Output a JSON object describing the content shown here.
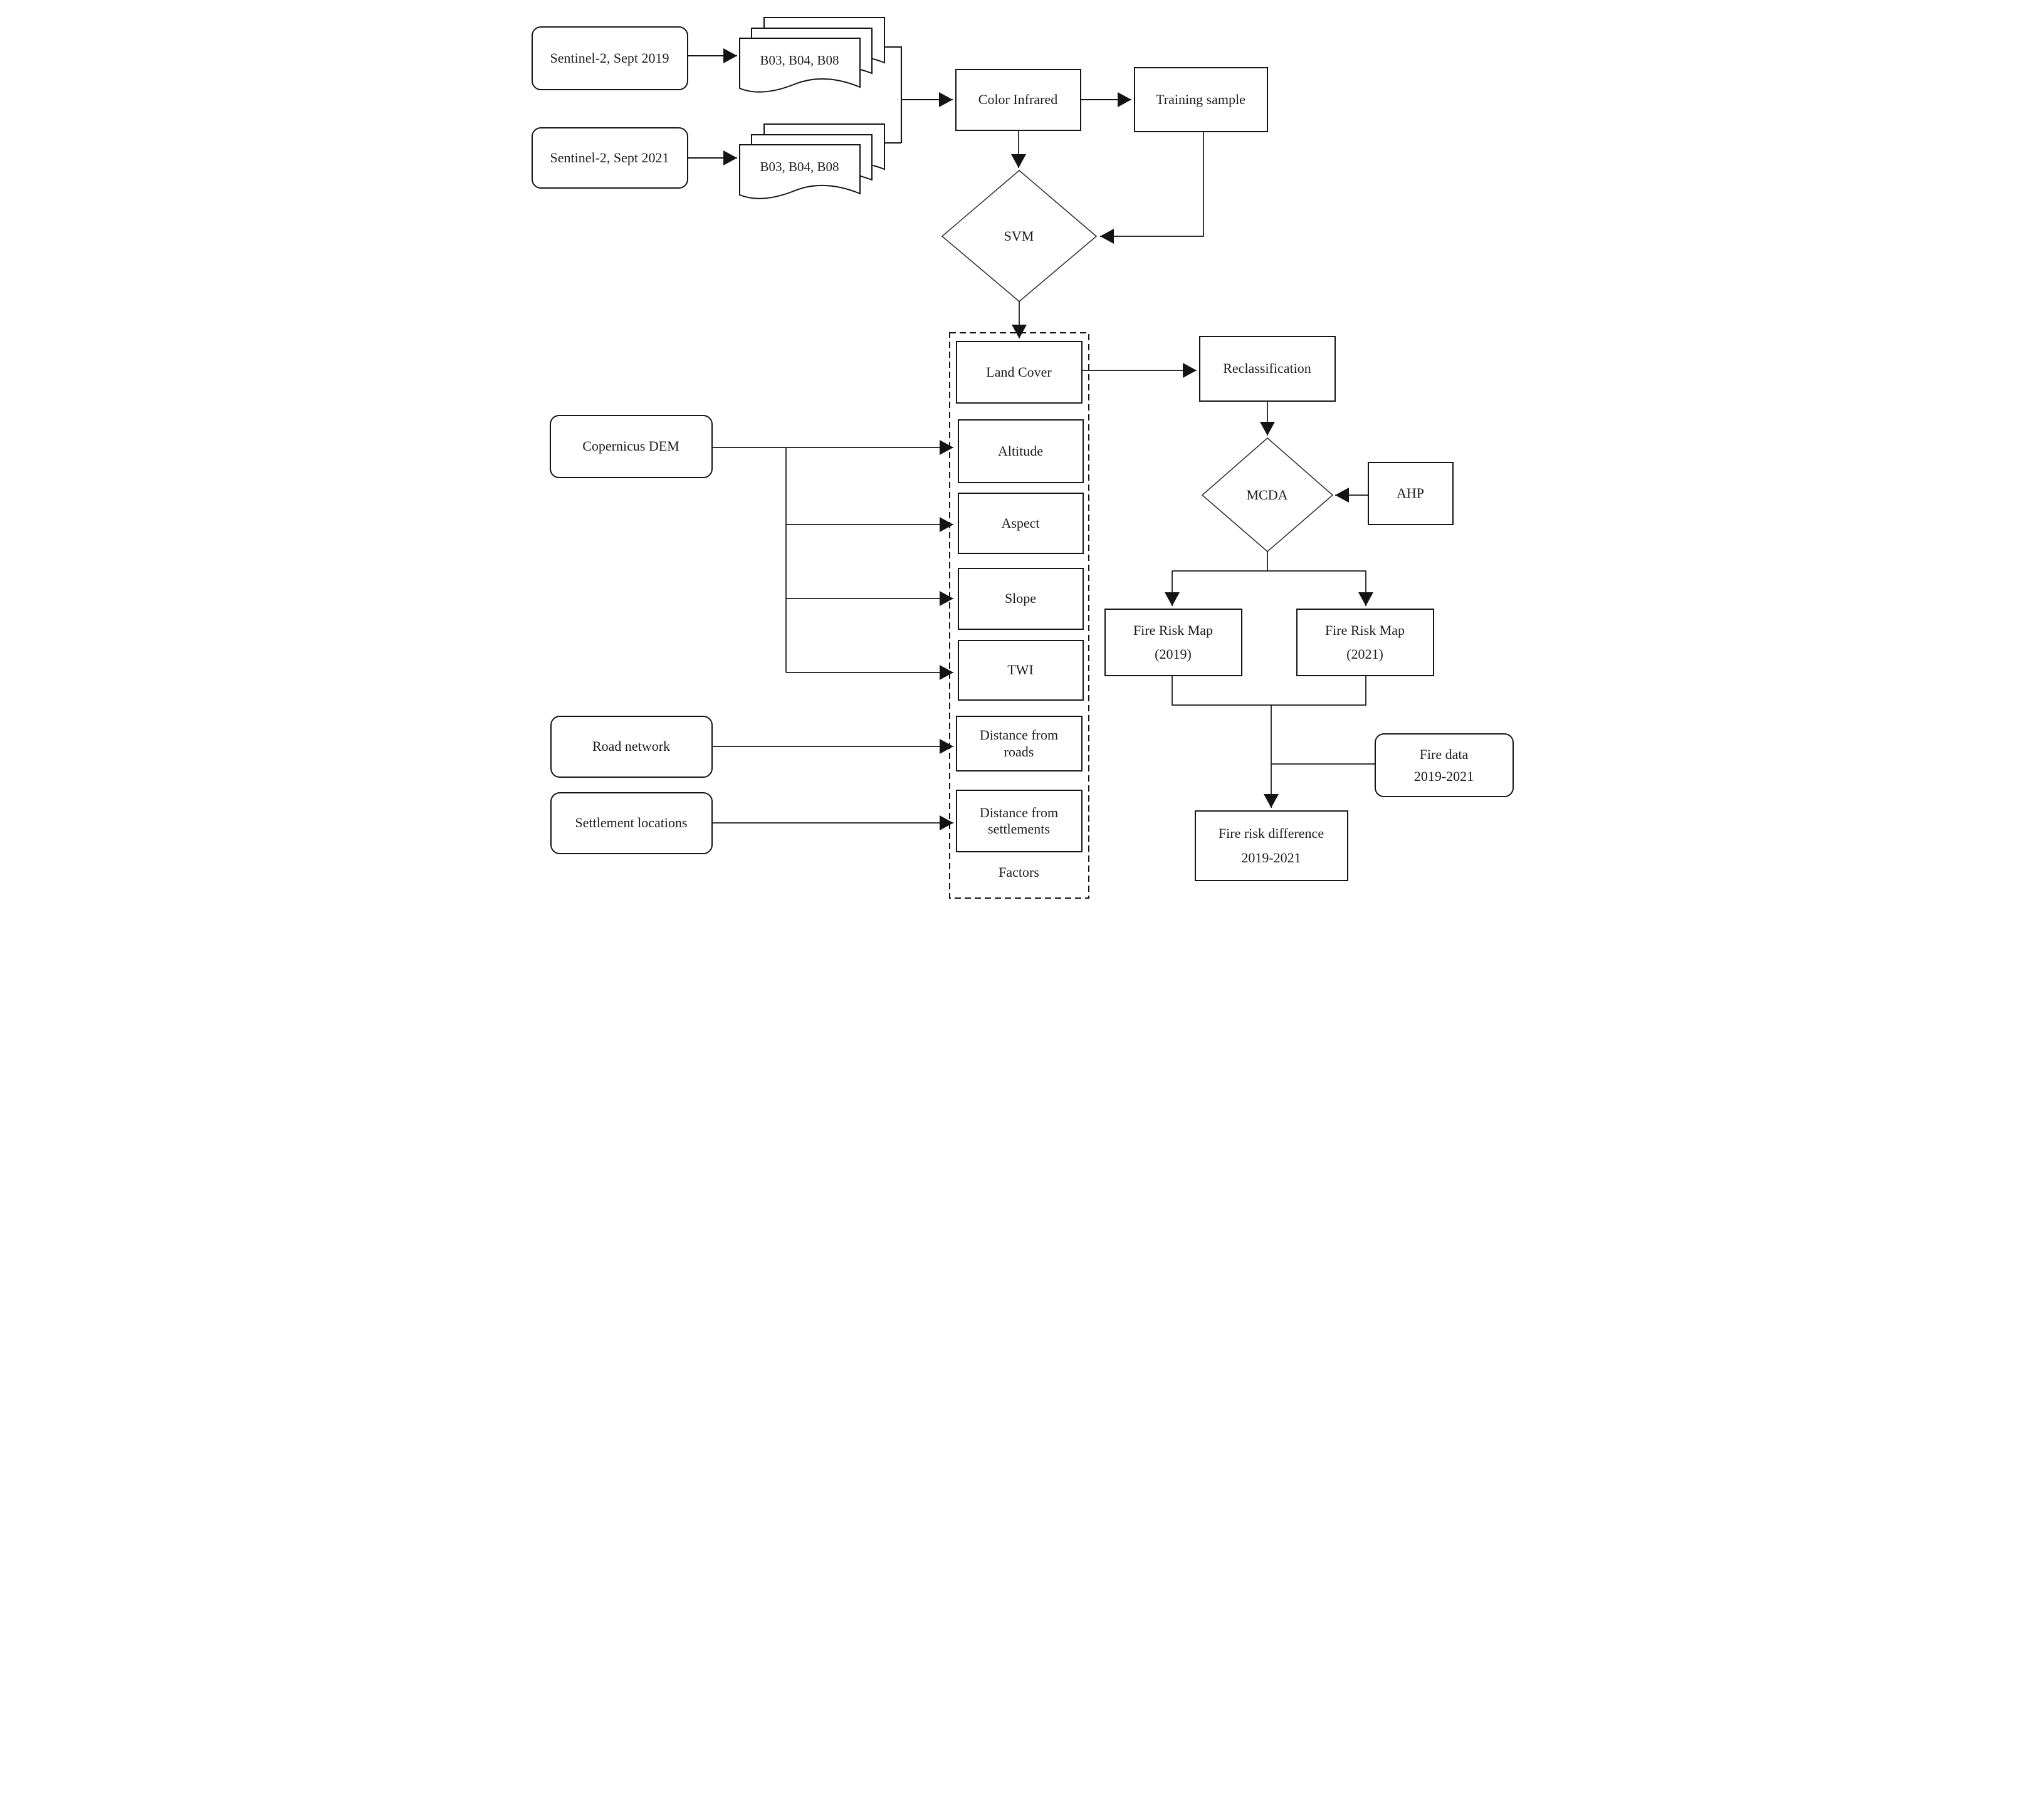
{
  "diagram": {
    "type": "flowchart",
    "background_color": "#ffffff",
    "line_color": "#141414",
    "text_color": "#1c1c1c",
    "nodes": {
      "sentinel_2019": {
        "label": "Sentinel-2, Sept 2019",
        "shape": "rounded-rectangle"
      },
      "bands_2019": {
        "label": "B03, B04, B08",
        "shape": "document-stack"
      },
      "sentinel_2021": {
        "label": "Sentinel-2, Sept 2021",
        "shape": "rounded-rectangle"
      },
      "bands_2021": {
        "label": "B03, B04, B08",
        "shape": "document-stack"
      },
      "color_infrared": {
        "label": "Color Infrared",
        "shape": "rectangle"
      },
      "training_sample": {
        "label": "Training sample",
        "shape": "rectangle"
      },
      "svm": {
        "label": "SVM",
        "shape": "diamond"
      },
      "land_cover": {
        "label": "Land Cover",
        "shape": "rectangle"
      },
      "altitude": {
        "label": "Altitude",
        "shape": "rectangle"
      },
      "aspect": {
        "label": "Aspect",
        "shape": "rectangle"
      },
      "slope": {
        "label": "Slope",
        "shape": "rectangle"
      },
      "twi": {
        "label": "TWI",
        "shape": "rectangle"
      },
      "distance_from_roads": {
        "line1": "Distance from",
        "line2": "roads",
        "shape": "rectangle"
      },
      "distance_from_settlements": {
        "line1": "Distance from",
        "line2": "settlements",
        "shape": "rectangle"
      },
      "factors_group": {
        "label": "Factors",
        "shape": "dashed-container"
      },
      "copernicus_dem": {
        "label": "Copernicus DEM",
        "shape": "rounded-rectangle"
      },
      "road_network": {
        "label": "Road network",
        "shape": "rounded-rectangle"
      },
      "settlement_locations": {
        "label": "Settlement locations",
        "shape": "rounded-rectangle"
      },
      "reclassification": {
        "label": "Reclassification",
        "shape": "rectangle"
      },
      "mcda": {
        "label": "MCDA",
        "shape": "diamond"
      },
      "ahp": {
        "label": "AHP",
        "shape": "rectangle"
      },
      "fire_risk_map_2019": {
        "line1": "Fire Risk Map",
        "line2": "(2019)",
        "shape": "rectangle"
      },
      "fire_risk_map_2021": {
        "line1": "Fire Risk Map",
        "line2": "(2021)",
        "shape": "rectangle"
      },
      "fire_data": {
        "line1": "Fire data",
        "line2": "2019-2021",
        "shape": "rounded-rectangle"
      },
      "fire_risk_difference": {
        "line1": "Fire risk difference",
        "line2": "2019-2021",
        "shape": "rectangle"
      }
    },
    "edges": [
      {
        "from": "sentinel_2019",
        "to": "bands_2019"
      },
      {
        "from": "sentinel_2021",
        "to": "bands_2021"
      },
      {
        "from": "bands_2019",
        "to": "color_infrared"
      },
      {
        "from": "bands_2021",
        "to": "color_infrared"
      },
      {
        "from": "color_infrared",
        "to": "training_sample"
      },
      {
        "from": "color_infrared",
        "to": "svm"
      },
      {
        "from": "training_sample",
        "to": "svm"
      },
      {
        "from": "svm",
        "to": "land_cover"
      },
      {
        "from": "land_cover",
        "to": "reclassification"
      },
      {
        "from": "copernicus_dem",
        "to": "altitude"
      },
      {
        "from": "copernicus_dem",
        "to": "aspect"
      },
      {
        "from": "copernicus_dem",
        "to": "slope"
      },
      {
        "from": "copernicus_dem",
        "to": "twi"
      },
      {
        "from": "road_network",
        "to": "distance_from_roads"
      },
      {
        "from": "settlement_locations",
        "to": "distance_from_settlements"
      },
      {
        "from": "reclassification",
        "to": "mcda"
      },
      {
        "from": "ahp",
        "to": "mcda"
      },
      {
        "from": "mcda",
        "to": "fire_risk_map_2019"
      },
      {
        "from": "mcda",
        "to": "fire_risk_map_2021"
      },
      {
        "from": "fire_risk_map_2019",
        "to": "fire_risk_difference"
      },
      {
        "from": "fire_risk_map_2021",
        "to": "fire_risk_difference"
      },
      {
        "from": "fire_data",
        "to": "fire_risk_difference"
      }
    ]
  }
}
